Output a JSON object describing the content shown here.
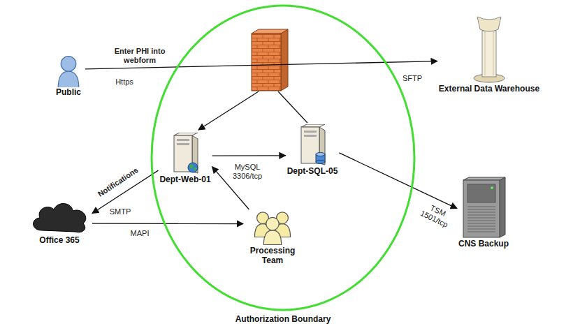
{
  "diagram": {
    "nodes": [
      {
        "text": [
          "Public"
        ]
      },
      {
        "text": [
          "External Data Warehouse"
        ]
      },
      {
        "text": [
          "Authorization Boundary"
        ]
      },
      {
        "text": [
          "Dept-Web-01"
        ],
        "in": 2
      },
      {
        "text": [
          "Dept-SQL-05"
        ],
        "in": 2
      },
      {
        "text": [
          "Processing Team"
        ],
        "in": 2
      },
      {
        "text": [
          "Office 365"
        ]
      },
      {
        "text": [
          "CNS Backup"
        ]
      }
    ],
    "edges": [
      {
        "from": 0,
        "to": 1,
        "arrow": "to",
        "label": "Enter PHI into webform"
      },
      {
        "from": 3,
        "to": 4,
        "arrow": "to",
        "label": "MySQL 3306/tcp"
      },
      {
        "from": 4,
        "to": 7,
        "arrow": "to",
        "label": "TSM 1501/tcp"
      },
      {
        "from": 3,
        "to": 6,
        "arrow": "to",
        "label": "Notifications"
      },
      {
        "from": 6,
        "to": 5,
        "arrow": "to",
        "label": "MAPI"
      },
      {
        "from": 5,
        "to": 3,
        "arrow": "to"
      }
    ],
    "labels": [
      "Https",
      "SFTP",
      "SMTP"
    ]
  }
}
